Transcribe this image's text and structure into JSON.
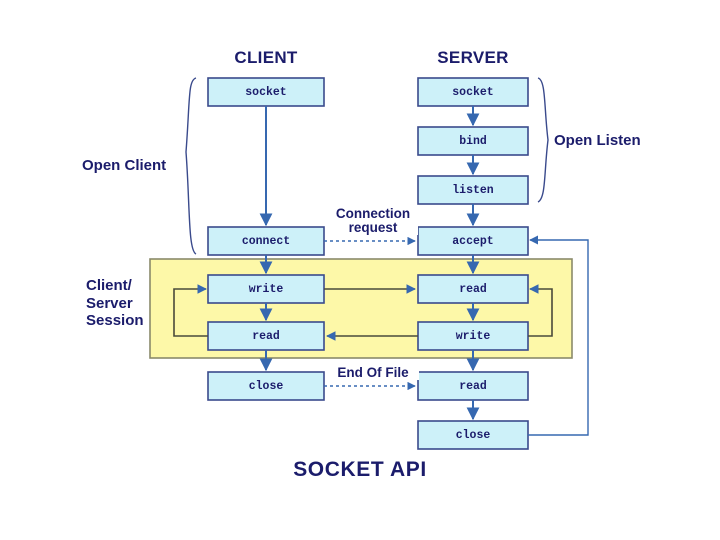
{
  "diagram": {
    "title": "SOCKET API",
    "columns": [
      {
        "id": "client",
        "label": "CLIENT"
      },
      {
        "id": "server",
        "label": "SERVER"
      }
    ],
    "colors": {
      "box_fill": "#cdf1f9",
      "box_stroke": "#3a4a8c",
      "session_fill": "#fdf8a8",
      "session_stroke": "#8a8a6a",
      "arrow": "#3668b0",
      "loop_arrow": "#4a4a3a",
      "text": "#1b1c6b",
      "page_bg": "#ffffff"
    },
    "boxes": [
      {
        "id": "client-socket",
        "label": "socket",
        "column": "client"
      },
      {
        "id": "client-connect",
        "label": "connect",
        "column": "client"
      },
      {
        "id": "client-write",
        "label": "write",
        "column": "client"
      },
      {
        "id": "client-read",
        "label": "read",
        "column": "client"
      },
      {
        "id": "client-close",
        "label": "close",
        "column": "client"
      },
      {
        "id": "server-socket",
        "label": "socket",
        "column": "server"
      },
      {
        "id": "server-bind",
        "label": "bind",
        "column": "server"
      },
      {
        "id": "server-listen",
        "label": "listen",
        "column": "server"
      },
      {
        "id": "server-accept",
        "label": "accept",
        "column": "server"
      },
      {
        "id": "server-read",
        "label": "read",
        "column": "server"
      },
      {
        "id": "server-write",
        "label": "write",
        "column": "server"
      },
      {
        "id": "server-read2",
        "label": "read",
        "column": "server"
      },
      {
        "id": "server-close",
        "label": "close",
        "column": "server"
      }
    ],
    "group_labels": [
      {
        "id": "open-client",
        "label": "Open Client"
      },
      {
        "id": "open-listen",
        "label": "Open Listen"
      },
      {
        "id": "session",
        "line1": "Client/",
        "line2": "Server",
        "line3": "Session"
      }
    ],
    "flow_labels": [
      {
        "id": "connection-request",
        "line1": "Connection",
        "line2": "request"
      },
      {
        "id": "end-of-file",
        "line1": "End Of File",
        "line2": ""
      }
    ]
  }
}
